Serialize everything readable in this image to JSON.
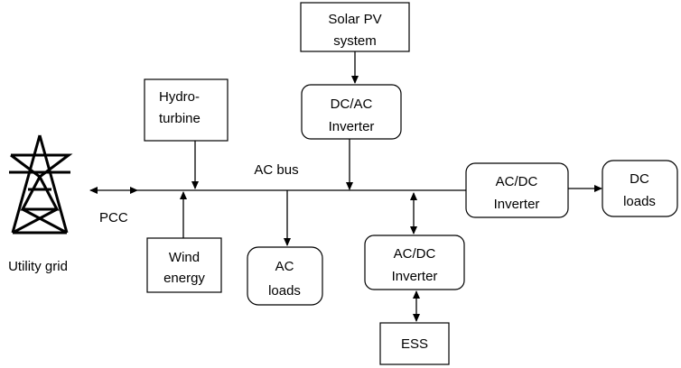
{
  "diagram": {
    "utility_grid": "Utility grid",
    "pcc": "PCC",
    "ac_bus": "AC bus",
    "solar": {
      "line1": "Solar PV",
      "line2": "system"
    },
    "dcac": {
      "line1": "DC/AC",
      "line2": "Inverter"
    },
    "hydro": {
      "line1": "Hydro-",
      "line2": "turbine"
    },
    "wind": {
      "line1": "Wind",
      "line2": "energy"
    },
    "ac_loads": {
      "line1": "AC",
      "line2": "loads"
    },
    "acdc_ess": {
      "line1": "AC/DC",
      "line2": "Inverter"
    },
    "ess": "ESS",
    "acdc_dc": {
      "line1": "AC/DC",
      "line2": "Inverter"
    },
    "dc_loads": {
      "line1": "DC",
      "line2": "loads"
    }
  }
}
